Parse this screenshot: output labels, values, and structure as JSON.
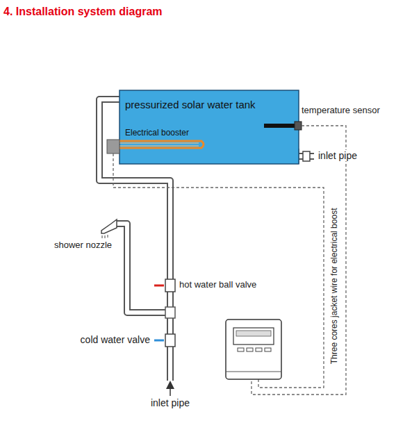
{
  "diagram": {
    "title": "4. Installation system diagram",
    "nodes": [
      {
        "text": [
          "pressurized solar water tank",
          "Electrical booster"
        ]
      }
    ],
    "labels": [
      "temperature sensor",
      "inlet pipe",
      "shower nozzle",
      "hot water ball valve",
      "cold water valve",
      "inlet pipe",
      "Three cores jacket wire for electrical boost"
    ]
  }
}
